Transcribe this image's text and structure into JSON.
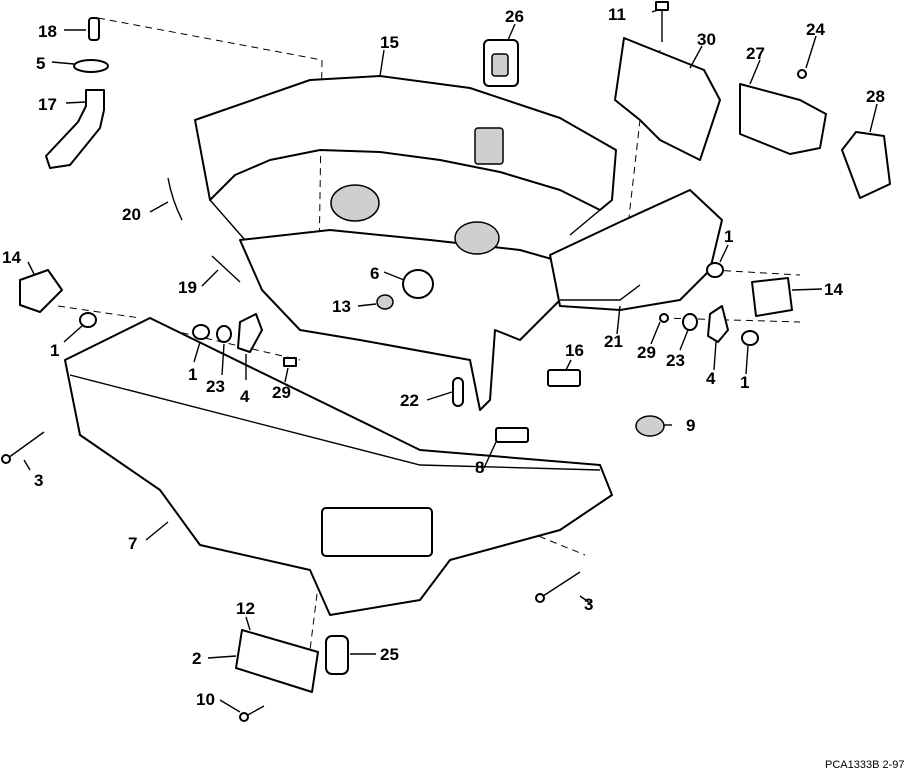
{
  "callouts": {
    "c18": "18",
    "c5": "5",
    "c17": "17",
    "c15": "15",
    "c26": "26",
    "c11": "11",
    "c30": "30",
    "c27": "27",
    "c24": "24",
    "c28": "28",
    "c20": "20",
    "c19": "19",
    "c14a": "14",
    "c6": "6",
    "c13": "13",
    "c1a": "1",
    "c1b": "1",
    "c23a": "23",
    "c4a": "4",
    "c29a": "29",
    "c22": "22",
    "c16": "16",
    "c8": "8",
    "c9": "9",
    "c21": "21",
    "c29b": "29",
    "c23b": "23",
    "c4b": "4",
    "c1c": "1",
    "c1d": "1",
    "c14b": "14",
    "c3a": "3",
    "c7": "7",
    "c3b": "3",
    "c12": "12",
    "c2": "2",
    "c25": "25",
    "c10": "10"
  },
  "figure_code": "PCA1333B  2-97"
}
